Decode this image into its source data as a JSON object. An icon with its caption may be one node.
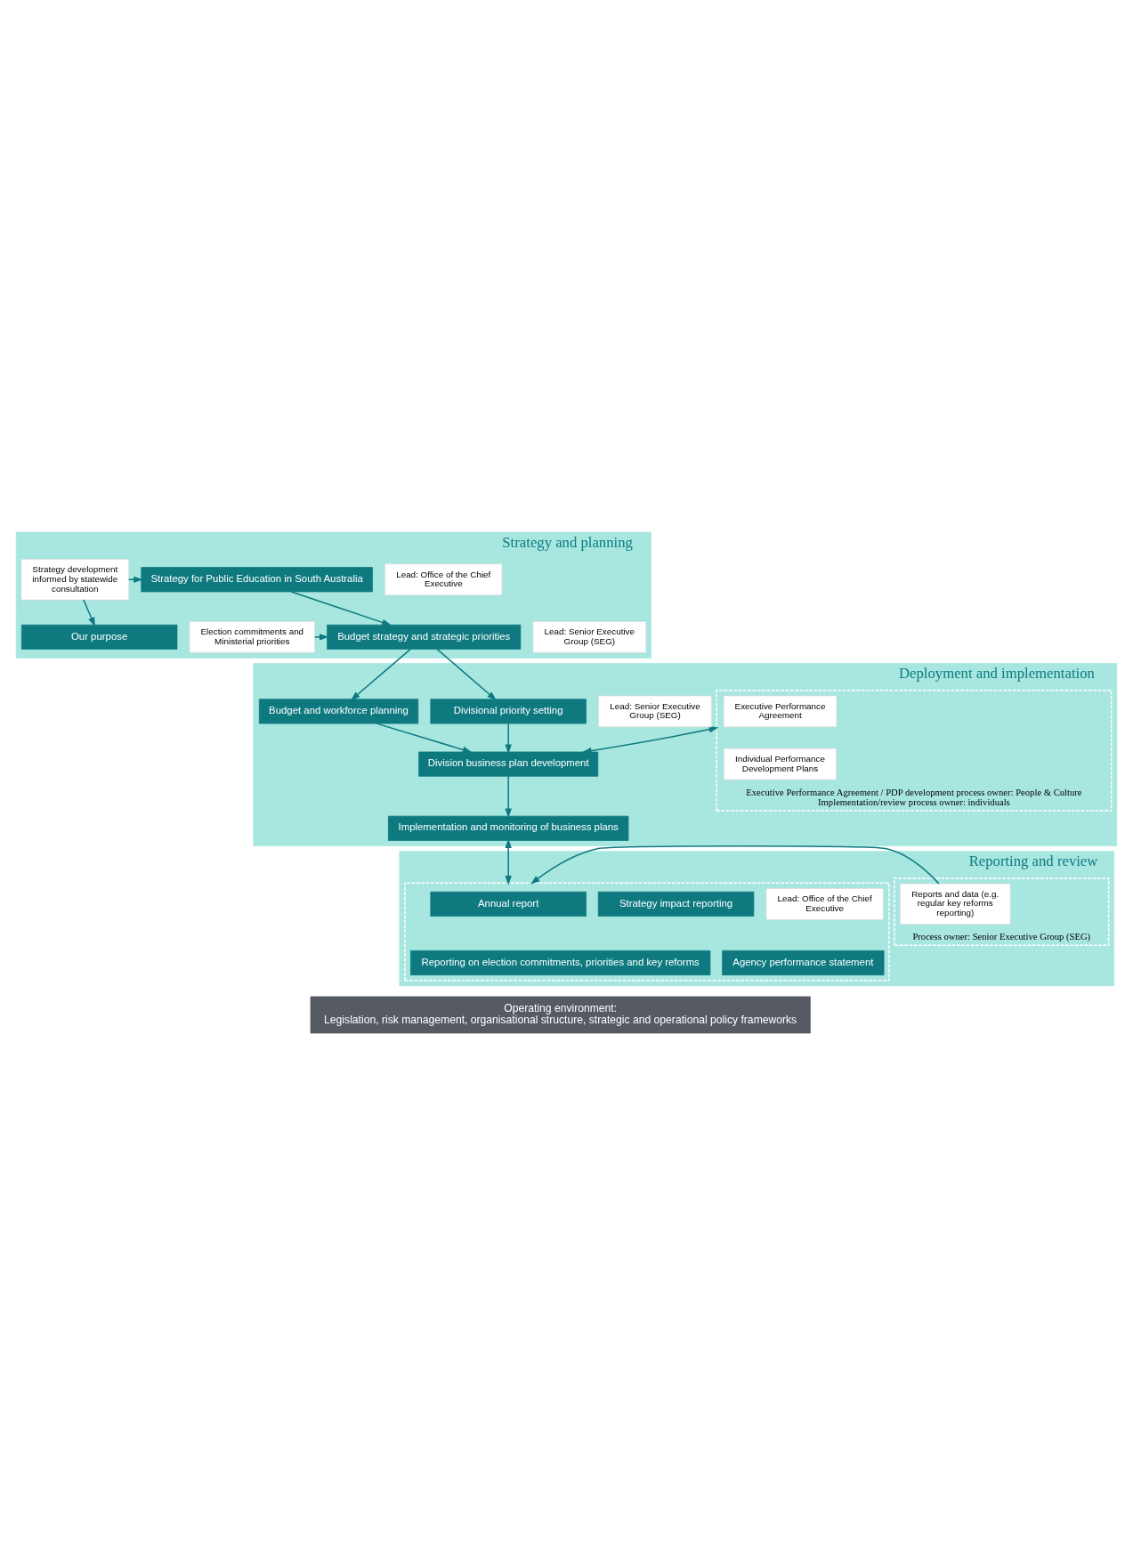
{
  "diagram": {
    "nodes": [
      {
        "text": [
          "Strategy and planning"
        ]
      },
      {
        "text": [
          "Strategy development informed by statewide consultation"
        ],
        "in": 0
      },
      {
        "text": [
          "Our purpose"
        ],
        "in": 0
      },
      {
        "text": [
          "Strategy for Public Education in South Australia"
        ],
        "in": 0
      },
      {
        "text": [
          "Lead: Office of the Chief Executive"
        ],
        "in": 0
      },
      {
        "text": [
          "Election commitments and Ministerial priorities"
        ],
        "in": 0
      },
      {
        "text": [
          "Budget strategy and strategic priorities"
        ],
        "in": 0
      },
      {
        "text": [
          "Lead: Senior Executive Group (SEG)"
        ],
        "in": 0
      },
      {
        "text": [
          "Deployment and implementation"
        ]
      },
      {
        "text": [
          "Executive Performance Agreement / PDP development process owner: People & Culture",
          "Implementation/review process owner: individuals"
        ],
        "in": 8
      },
      {
        "text": [
          "Executive Performance Agreement"
        ],
        "in": 9
      },
      {
        "text": [
          "Individual Performance Development Plans"
        ],
        "in": 9
      },
      {
        "text": [
          "Budget and workforce planning"
        ],
        "in": 8
      },
      {
        "text": [
          "Divisional priority setting"
        ],
        "in": 8
      },
      {
        "text": [
          "Division business plan development"
        ],
        "in": 8
      },
      {
        "text": [
          "Implementation and monitoring of business plans"
        ],
        "in": 8
      },
      {
        "text": [
          "Lead: Senior Executive Group (SEG)"
        ],
        "in": 8
      },
      {
        "text": [
          "Reporting and review"
        ]
      },
      {
        "text": [
          "Process owner: Senior Executive Group (SEG)"
        ],
        "in": 17
      },
      {
        "text": [
          "Reports and data (e.g. regular key reforms reporting)"
        ],
        "in": 18
      },
      {
        "text": [],
        "shape": "box",
        "in": 17
      },
      {
        "text": [
          "Annual report"
        ],
        "in": 20
      },
      {
        "text": [
          "Strategy impact reporting"
        ],
        "in": 20
      },
      {
        "text": [
          "Reporting on election commitments, priorities and key reforms"
        ],
        "in": 20
      },
      {
        "text": [
          "Agency performance statement"
        ],
        "in": 20
      },
      {
        "text": [
          "Lead: Office of the Chief Executive"
        ],
        "in": 20
      },
      {
        "text": [
          "Operating environment:",
          "Legislation, risk management, organisational structure, strategic and operational policy frameworks"
        ]
      }
    ],
    "edges": [
      {
        "from": 1,
        "to": 2,
        "arrow": "to"
      },
      {
        "from": 1,
        "to": 3,
        "arrow": "to"
      },
      {
        "from": 3,
        "to": 6,
        "arrow": "to"
      },
      {
        "from": 5,
        "to": 6,
        "arrow": "to"
      },
      {
        "from": 6,
        "to": 12,
        "arrow": "to"
      },
      {
        "from": 6,
        "to": 13,
        "arrow": "to"
      },
      {
        "from": 12,
        "to": 14,
        "arrow": "to"
      },
      {
        "from": 13,
        "to": 14,
        "arrow": "to"
      },
      {
        "from": 9,
        "to": 14,
        "arrow": "both"
      },
      {
        "from": 14,
        "to": 15,
        "arrow": "to"
      },
      {
        "from": 15,
        "to": 20,
        "arrow": "both"
      },
      {
        "from": 19,
        "to": 20,
        "arrow": "to"
      }
    ]
  }
}
